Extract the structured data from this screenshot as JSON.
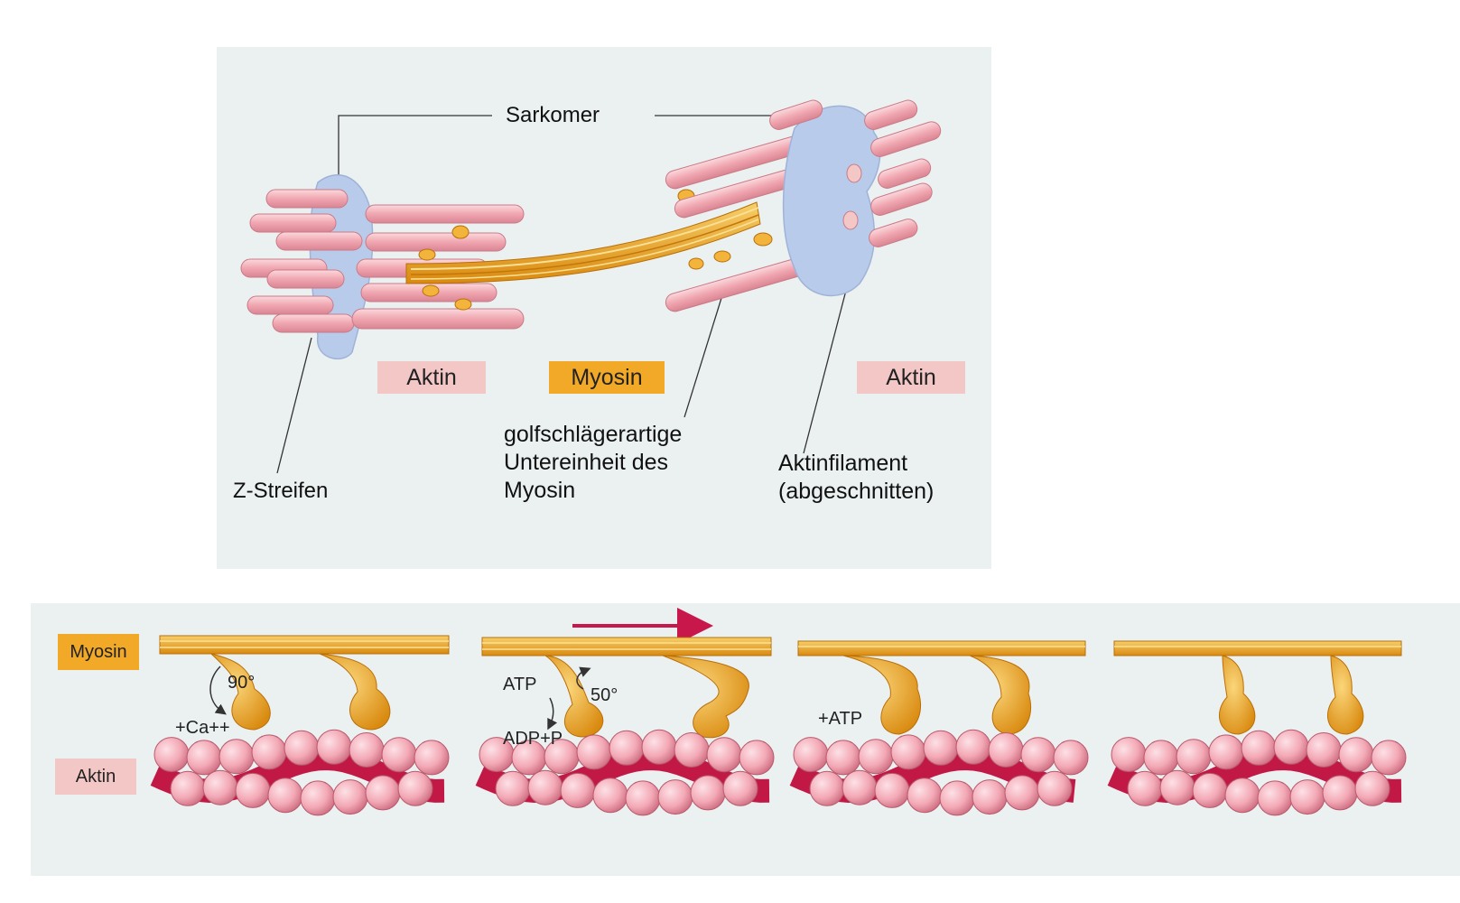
{
  "top": {
    "sarkomer": "Sarkomer",
    "aktin_left": "Aktin",
    "myosin": "Myosin",
    "aktin_right": "Aktin",
    "z_streifen": "Z-Streifen",
    "golf_line1": "golfschlägerartige",
    "golf_line2": "Untereinheit des",
    "golf_line3": "Myosin",
    "aktinfil_line1": "Aktinfilament",
    "aktinfil_line2": "(abgeschnitten)"
  },
  "bottom": {
    "myosin": "Myosin",
    "aktin": "Aktin",
    "deg90": "90°",
    "ca": "+Ca++",
    "atp": "ATP",
    "adp": "ADP+P",
    "deg50": "50°",
    "atp_plus": "+ATP"
  },
  "colors": {
    "panel": "#ebf1f1",
    "actin_pink": "#f4c7c7",
    "myosin_orange": "#f2a928",
    "z_disc": "#b9cbea",
    "actin_bead": "#f7b7c2",
    "actin_strand": "#c21845",
    "arrow": "#c8174a"
  }
}
